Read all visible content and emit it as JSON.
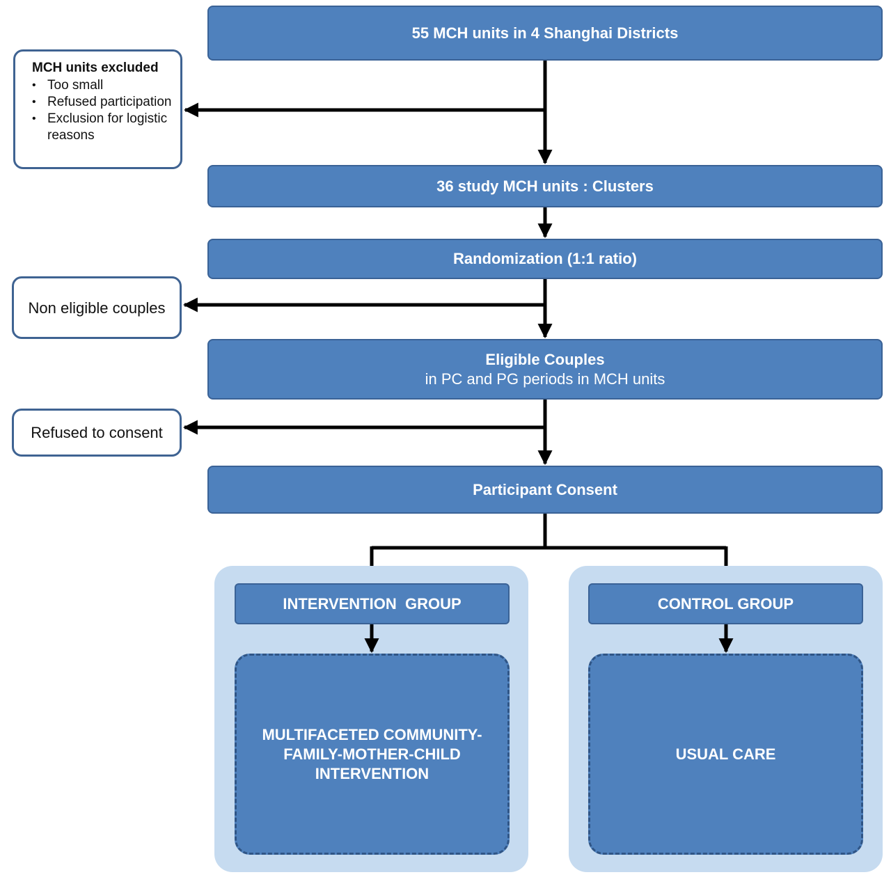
{
  "boxes": {
    "top": "55 MCH units in 4 Shanghai Districts",
    "clusters": "36 study MCH units : Clusters",
    "randomization": "Randomization (1:1 ratio)",
    "eligible_title": "Eligible Couples",
    "eligible_sub": "in PC and PG periods in MCH units",
    "consent": "Participant Consent"
  },
  "side_boxes": {
    "excluded_title": "MCH units excluded",
    "excluded_items": [
      "Too small",
      "Refused participation",
      "Exclusion for logistic  reasons"
    ],
    "non_eligible": "Non eligible couples",
    "refused": "Refused to consent"
  },
  "groups": {
    "intervention_label": "INTERVENTION  GROUP",
    "intervention_content": "MULTIFACETED COMMUNITY-FAMILY-MOTHER-CHILD INTERVENTION",
    "control_label": "CONTROL GROUP",
    "control_content": "USUAL CARE"
  },
  "colors": {
    "box_fill": "#4f81bd",
    "box_border": "#3a6296",
    "panel_fill": "#c6dbf0",
    "arrow": "#000000"
  }
}
